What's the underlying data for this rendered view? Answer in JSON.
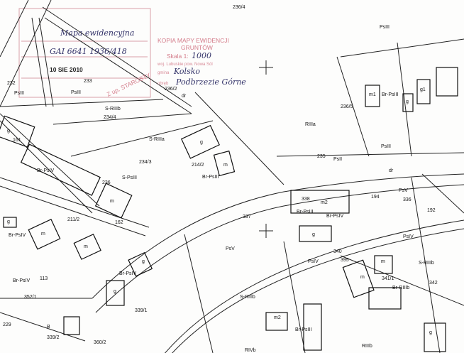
{
  "stamp_copy": {
    "title_line1": "KOPIA MAPY EWIDENCJI",
    "title_line2": "GRUNTÓW",
    "scale_label": "Skala 1:",
    "scale_value": "1000",
    "region_line": "woj. Lubuskie  pow. Nowa Sól",
    "gmina_label": "gmina",
    "gmina_value": "Kolsko",
    "obreb_label": "obręb",
    "obreb_value": "Podbrzezie Górne"
  },
  "stamp_registry": {
    "handwritten_title": "Mapa ewidencyjna",
    "document_number": "GAI 6641 1936/418",
    "date": "10 SIE 2010",
    "starosta": "Z up. STAROSTY"
  },
  "parcel_labels": [
    "236/4",
    "PsIII",
    "232",
    "PsIII",
    "PsIII",
    "233",
    "236/2",
    "dr",
    "S-RIIIb",
    "234/4",
    "m1",
    "Br-PsIII",
    "g",
    "g1",
    "236/5",
    "RIIIa",
    "PsIII",
    "235",
    "PsII",
    "dr",
    "g",
    "161",
    "S-RIIIa",
    "g",
    "234/3",
    "214/2",
    "m",
    "Br-PsIII",
    "Br-PsIV",
    "S-PsIII",
    "236",
    "m",
    "338",
    "m2",
    "Br-PsIII",
    "Br-PsIV",
    "194",
    "PsV",
    "336",
    "192",
    "211/2",
    "162",
    "337",
    "g",
    "Br-PsIV",
    "m",
    "g",
    "m",
    "PsIV",
    "PsV",
    "340",
    "395",
    "PsIV",
    "m",
    "S-RIIIb",
    "Br-PsIV",
    "g",
    "g",
    "113",
    "Br-PsIV",
    "m",
    "341/1",
    "Br-RIIIb",
    "342",
    "352/1",
    "339/1",
    "S-RIIIb",
    "m2",
    "Br-PsIII",
    "229",
    "B",
    "339/2",
    "360/2",
    "RIVb",
    "RIIIb",
    "g"
  ]
}
